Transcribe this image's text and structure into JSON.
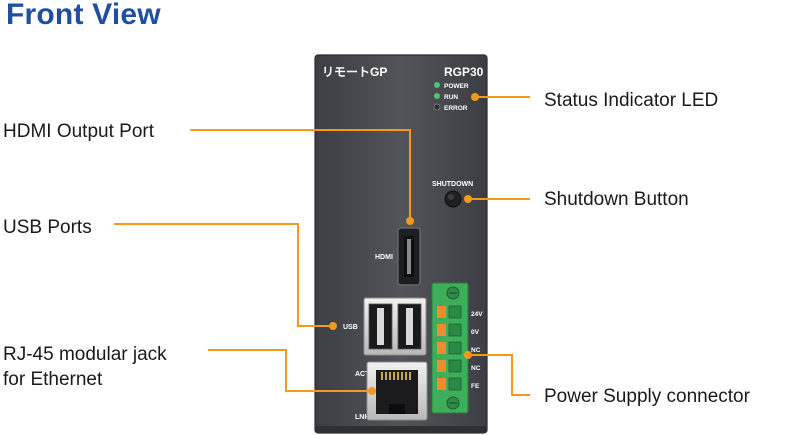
{
  "title": "Front View",
  "device": {
    "brand": "リモートGP",
    "model": "RGP30",
    "leds": [
      "POWER",
      "RUN",
      "ERROR"
    ],
    "shutdown_label": "SHUTDOWN",
    "hdmi_label": "HDMI",
    "usb_label": "USB",
    "act_label": "ACT",
    "lnk_label": "LNK",
    "terminals": [
      "24V",
      "0V",
      "NC",
      "NC",
      "FE"
    ]
  },
  "callouts": {
    "status_led": "Status Indicator LED",
    "hdmi": "HDMI Output Port",
    "shutdown": "Shutdown Button",
    "usb": "USB Ports",
    "rj45_line1": "RJ-45 modular jack",
    "rj45_line2": "for Ethernet",
    "power": "Power Supply connector"
  },
  "colors": {
    "title": "#1f4f9e",
    "leader": "#f39a1e",
    "device_body": "#4a4c52",
    "terminal_block": "#3fae5a",
    "terminal_orange": "#f28a2e"
  }
}
